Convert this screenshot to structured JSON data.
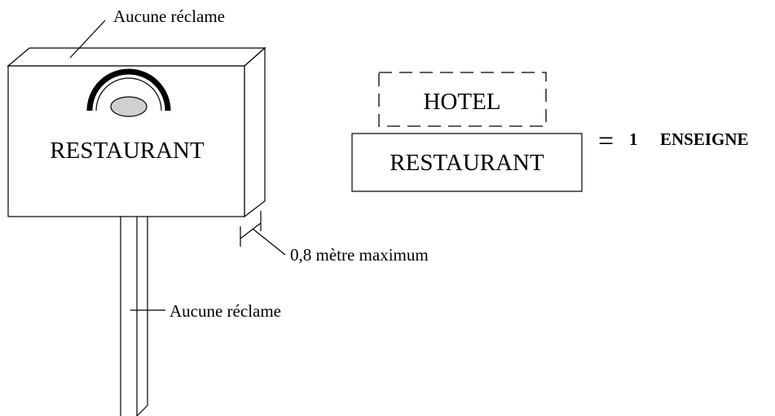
{
  "sign": {
    "label": "RESTAURANT",
    "top_note": "Aucune réclame",
    "post_note": "Aucune réclame",
    "depth_note": "0,8 mètre maximum"
  },
  "equation": {
    "hotel_label": "HOTEL",
    "restaurant_label": "RESTAURANT",
    "equals": "=",
    "count": "1",
    "result": "ENSEIGNE"
  }
}
